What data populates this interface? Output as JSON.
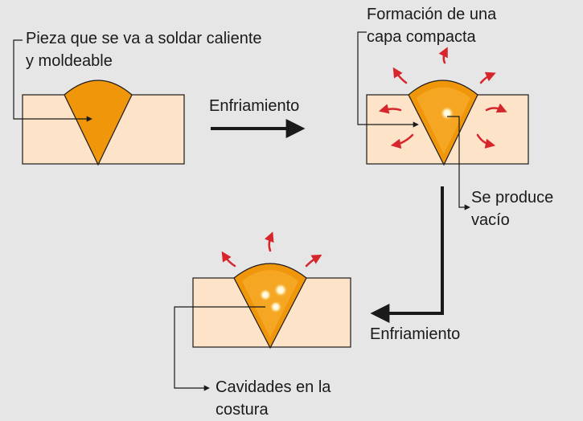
{
  "labels": {
    "hot_piece": {
      "line1": "Pieza que se va a soldar caliente",
      "line2": "y moldeable"
    },
    "compact_layer": {
      "line1": "Formación de una",
      "line2": "capa compacta"
    },
    "cooling_1": "Enfriamiento",
    "vacuum": {
      "line1": "Se produce",
      "line2": "vacío"
    },
    "cooling_2": "Enfriamiento",
    "cavities": {
      "line1": "Cavidades en la",
      "line2": "costura"
    }
  },
  "colors": {
    "background": "#e6e6e6",
    "base_plate": "#fde3c8",
    "weld_bead": "#f0960a",
    "weld_inner": "#f5a623",
    "heat_arrow": "#d6262b",
    "line": "#1a1a1a"
  }
}
